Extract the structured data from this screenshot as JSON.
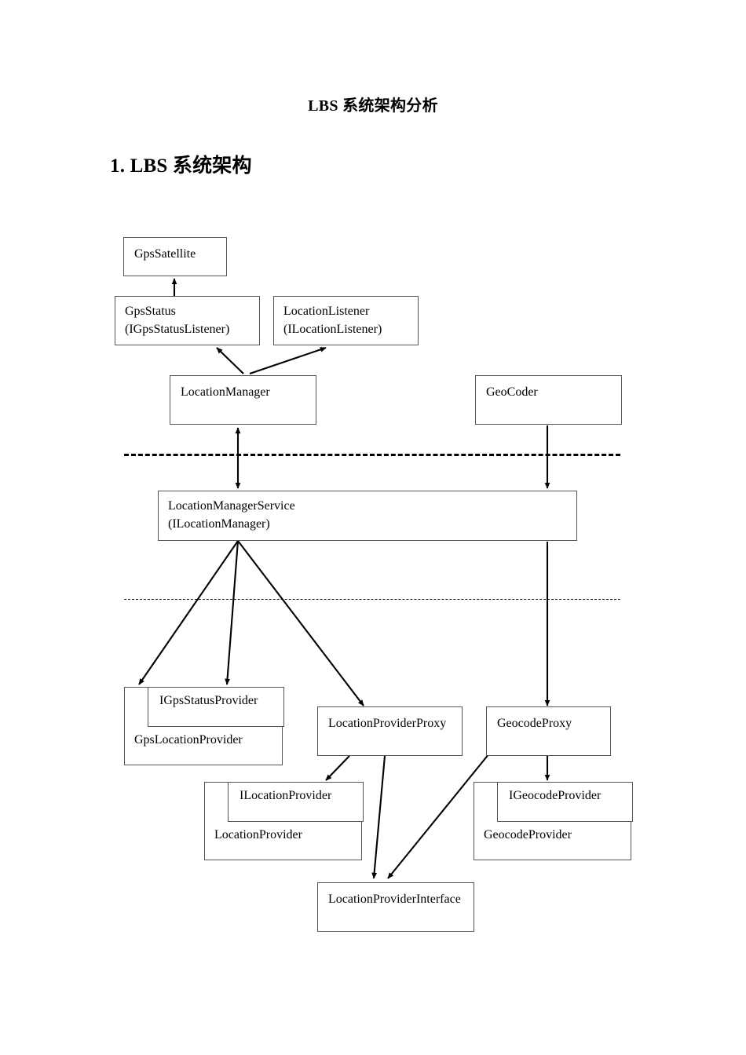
{
  "document": {
    "title": "LBS 系统架构分析",
    "section_number_and_title": "1. LBS 系统架构"
  },
  "diagram": {
    "type": "architecture-block-diagram",
    "nodes": [
      {
        "id": "gps-satellite",
        "label": "GpsSatellite"
      },
      {
        "id": "gps-status",
        "label": "GpsStatus",
        "sublabel": "(IGpsStatusListener)"
      },
      {
        "id": "location-listener",
        "label": "LocationListener",
        "sublabel": "(ILocationListener)"
      },
      {
        "id": "location-manager",
        "label": "LocationManager"
      },
      {
        "id": "geocoder",
        "label": "GeoCoder"
      },
      {
        "id": "location-manager-service",
        "label": "LocationManagerService",
        "sublabel": "(ILocationManager)"
      },
      {
        "id": "gps-location-provider",
        "label": "GpsLocationProvider",
        "interface": "IGpsStatusProvider"
      },
      {
        "id": "location-provider-proxy",
        "label": "LocationProviderProxy"
      },
      {
        "id": "geocode-proxy",
        "label": "GeocodeProxy"
      },
      {
        "id": "location-provider",
        "label": "LocationProvider",
        "interface": "ILocationProvider"
      },
      {
        "id": "geocode-provider",
        "label": "GeocodeProvider",
        "interface": "IGeocodeProvider"
      },
      {
        "id": "location-provider-interface",
        "label": "LocationProviderInterface"
      }
    ],
    "separators": [
      {
        "id": "separator-framework-service",
        "style": "thick-dashed"
      },
      {
        "id": "separator-service-provider",
        "style": "thin-dashed"
      }
    ],
    "edges": [
      {
        "from": "gps-status",
        "to": "gps-satellite",
        "arrow": "single"
      },
      {
        "from": "location-manager",
        "to": "gps-status",
        "arrow": "single"
      },
      {
        "from": "location-manager",
        "to": "location-listener",
        "arrow": "single"
      },
      {
        "from": "location-manager",
        "to": "location-manager-service",
        "arrow": "double"
      },
      {
        "from": "geocoder",
        "to": "location-manager-service",
        "arrow": "single"
      },
      {
        "from": "location-manager-service",
        "to": "gps-location-provider",
        "arrow": "single"
      },
      {
        "from": "location-manager-service",
        "to": "gps-location-provider-interface",
        "arrow": "single"
      },
      {
        "from": "location-manager-service",
        "to": "location-provider-proxy",
        "arrow": "single"
      },
      {
        "from": "location-manager-service",
        "to": "geocode-proxy",
        "arrow": "single"
      },
      {
        "from": "location-provider-proxy",
        "to": "location-provider",
        "arrow": "single"
      },
      {
        "from": "location-provider-proxy",
        "to": "location-provider-interface",
        "arrow": "single"
      },
      {
        "from": "geocode-proxy",
        "to": "geocode-provider",
        "arrow": "single"
      },
      {
        "from": "geocode-proxy",
        "to": "location-provider-interface",
        "arrow": "single"
      }
    ]
  },
  "colors": {
    "page_background": "#ffffff",
    "text": "#000000",
    "box_border": "#555555",
    "edge": "#000000"
  }
}
